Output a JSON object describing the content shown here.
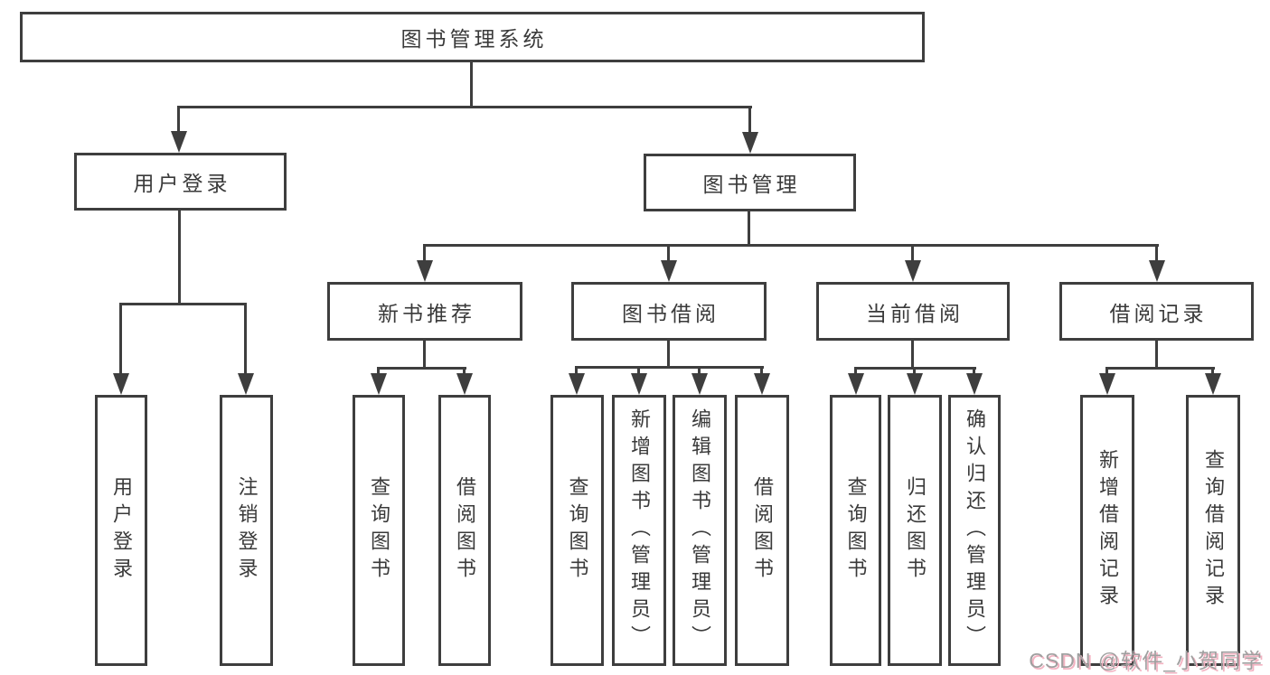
{
  "nodes": {
    "root": "图书管理系统",
    "user_login": "用户登录",
    "book_mgmt": "图书管理",
    "new_book_rec": "新书推荐",
    "book_borrow": "图书借阅",
    "current_borrow": "当前借阅",
    "borrow_record": "借阅记录",
    "user_login_leaf": "用户登录",
    "logout_leaf": "注销登录",
    "nb_query_books": "查询图书",
    "nb_borrow_books": "借阅图书",
    "bb_query_books": "查询图书",
    "bb_add_books": "新增图书（管理员）",
    "bb_edit_books": "编辑图书（管理员）",
    "bb_borrow_books": "借阅图书",
    "cb_query_books": "查询图书",
    "cb_return_books": "归还图书",
    "cb_confirm_return": "确认归还（管理员）",
    "br_add_record": "新增借阅记录",
    "br_query_record": "查询借阅记录"
  },
  "hierarchy": {
    "图书管理系统": {
      "用户登录": [
        "用户登录",
        "注销登录"
      ],
      "图书管理": {
        "新书推荐": [
          "查询图书",
          "借阅图书"
        ],
        "图书借阅": [
          "查询图书",
          "新增图书（管理员）",
          "编辑图书（管理员）",
          "借阅图书"
        ],
        "当前借阅": [
          "查询图书",
          "归还图书",
          "确认归还（管理员）"
        ],
        "借阅记录": [
          "新增借阅记录",
          "查询借阅记录"
        ]
      }
    }
  },
  "watermark": "CSDN @软件_小贺同学",
  "colors": {
    "line": "#3e3e3e",
    "text": "#3a3a3a",
    "background": "#ffffff",
    "watermark_gray": "#9f9f9f",
    "watermark_pink": "#f3b3c2"
  }
}
